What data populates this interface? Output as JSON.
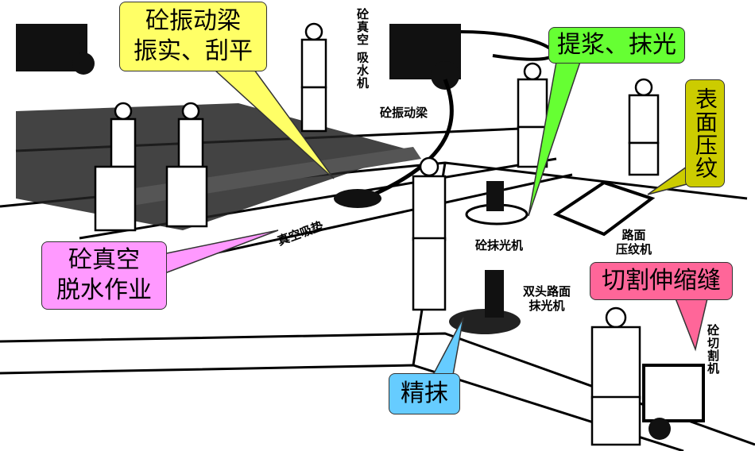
{
  "callouts": {
    "vibrating_beam": {
      "line1": "砼振动梁",
      "line2": "振实、刮平",
      "color": "#ffff66"
    },
    "float_polish": {
      "text": "提浆、抹光",
      "color": "#66ff33"
    },
    "surface_texture": {
      "text": "表面压纹",
      "color": "#cccc00"
    },
    "vacuum_dewatering": {
      "line1": "砼真空",
      "line2": "脱水作业",
      "color": "#ff99ff"
    },
    "fine_finish": {
      "text": "精抹",
      "color": "#66ccff"
    },
    "cut_joint": {
      "text": "切割伸缩缝",
      "color": "#ff6699"
    }
  },
  "labels": {
    "vacuum_pump_col1": "砼真空",
    "vacuum_pump_col2": "吸水机",
    "vibrating_beam": "砼振动梁",
    "vacuum_pad": "真空吸垫",
    "trowel_machine": "砼抹光机",
    "texture_machine_l1": "路面",
    "texture_machine_l2": "压纹机",
    "double_trowel_l1": "双头路面",
    "double_trowel_l2": "抹光机",
    "cutter": "砼切割机"
  }
}
